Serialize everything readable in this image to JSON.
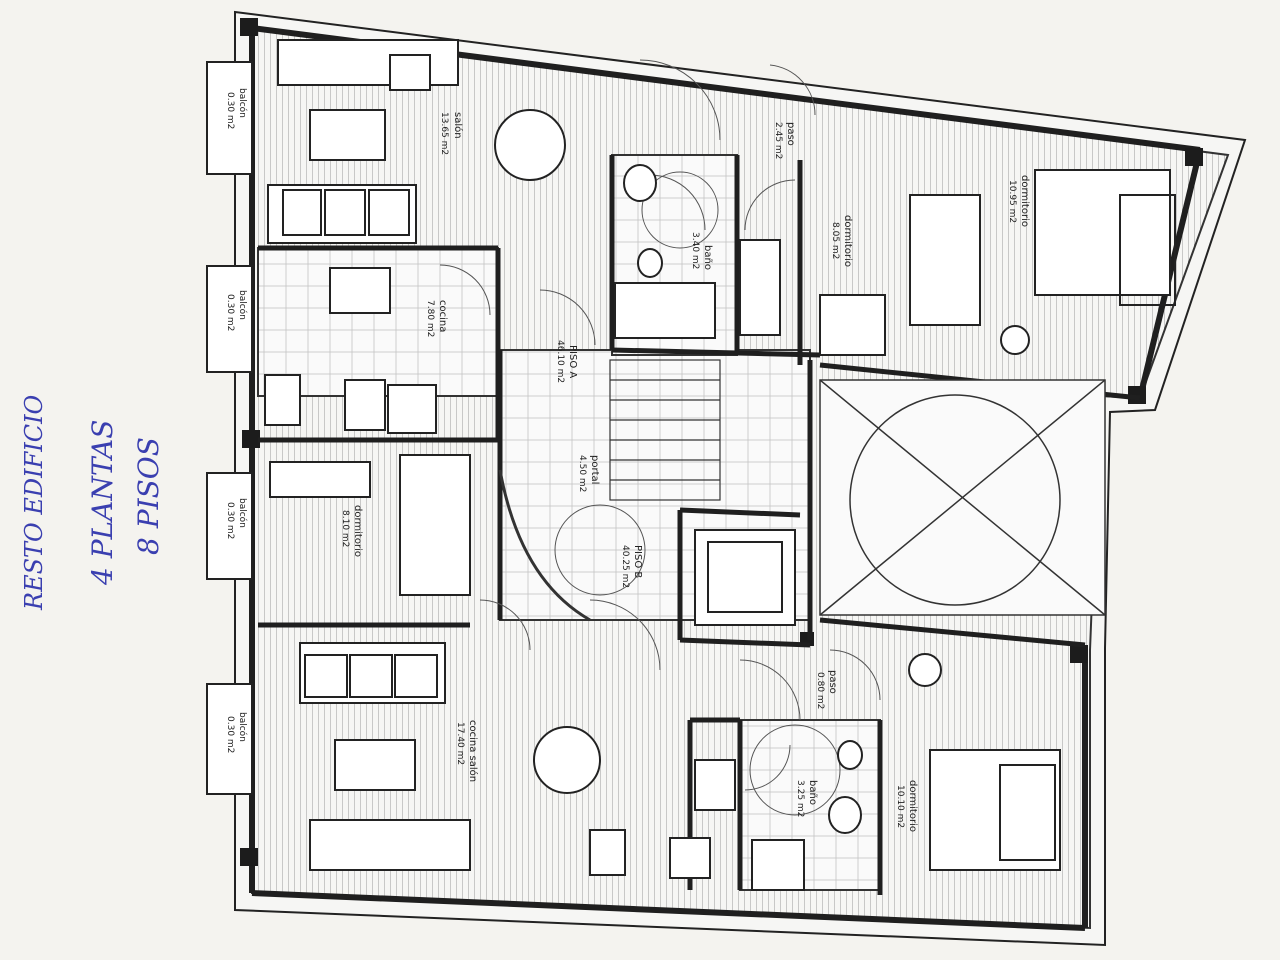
{
  "handwritten": {
    "line1": "RESTO EDIFICIO",
    "line2": "4 PLANTAS",
    "line3": "8 PISOS"
  },
  "balconies": [
    {
      "name": "balcón",
      "area": "0.30 m2"
    },
    {
      "name": "balcón",
      "area": "0.30 m2"
    },
    {
      "name": "balcón",
      "area": "0.30 m2"
    },
    {
      "name": "balcón",
      "area": "0.30 m2"
    }
  ],
  "rooms": {
    "salon": {
      "name": "salón",
      "area": "13.65 m2"
    },
    "cocina_a": {
      "name": "cocina",
      "area": "7.80 m2"
    },
    "paso_a": {
      "name": "paso",
      "area": "2.45 m2"
    },
    "bano_a": {
      "name": "baño",
      "area": "3.40 m2"
    },
    "dormitorio_a1": {
      "name": "dormitorio",
      "area": "8.05 m2"
    },
    "dormitorio_a2": {
      "name": "dormitorio",
      "area": "10.95 m2"
    },
    "piso_a": {
      "name": "PISO A",
      "area": "46.10 m2"
    },
    "portal": {
      "name": "portal",
      "area": "4.50 m2"
    },
    "piso_b": {
      "name": "PISO B",
      "area": "40.25 m2"
    },
    "dormitorio_b1": {
      "name": "dormitorio",
      "area": "8.10 m2"
    },
    "cocina_salon": {
      "name": "cocina salón",
      "area": "17.40 m2"
    },
    "paso_b": {
      "name": "paso",
      "area": "0.80 m2"
    },
    "bano_b": {
      "name": "baño",
      "area": "3.25 m2"
    },
    "dormitorio_b2": {
      "name": "dormitorio",
      "area": "10.10 m2"
    }
  },
  "colors": {
    "paper": "#f4f3ef",
    "wall": "#2a2a2a",
    "ink": "#3a3fb0"
  }
}
